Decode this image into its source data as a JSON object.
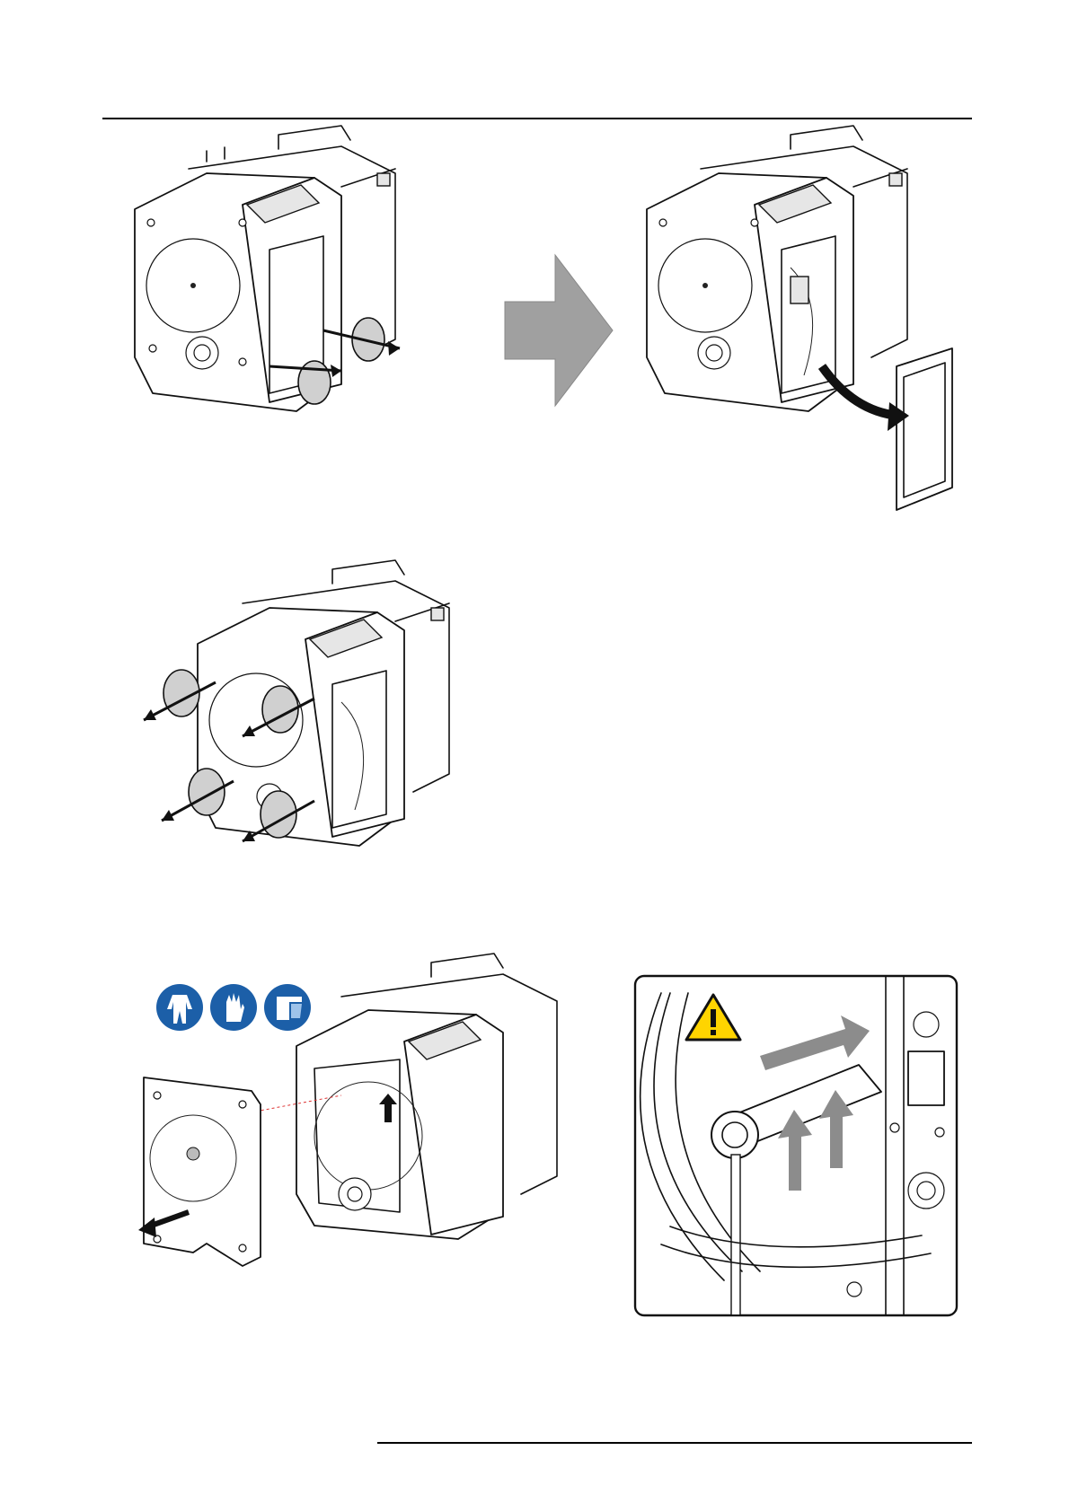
{
  "page": {
    "header_rule_color": "#000000",
    "footer_rule_color": "#000000"
  },
  "figures": {
    "fig1": {
      "description_icon": "lamp-house-unscrew-front-screws",
      "step_arrow": "process-arrow-right"
    },
    "fig2": {
      "description_icon": "lamp-house-remove-cover"
    },
    "fig3": {
      "description_icon": "lamp-house-unscrew-four-screws"
    },
    "fig4": {
      "ppe_icons": [
        "protective-clothing-icon",
        "protective-gloves-icon",
        "face-shield-icon"
      ],
      "ppe_color": "#1c5fa8",
      "description_icon": "lamp-house-remove-front-plate"
    },
    "fig5": {
      "warning_icon": "warning-triangle-icon",
      "warning_color": "#ffd400",
      "description_icon": "lamp-detail-lift-arrows"
    }
  }
}
